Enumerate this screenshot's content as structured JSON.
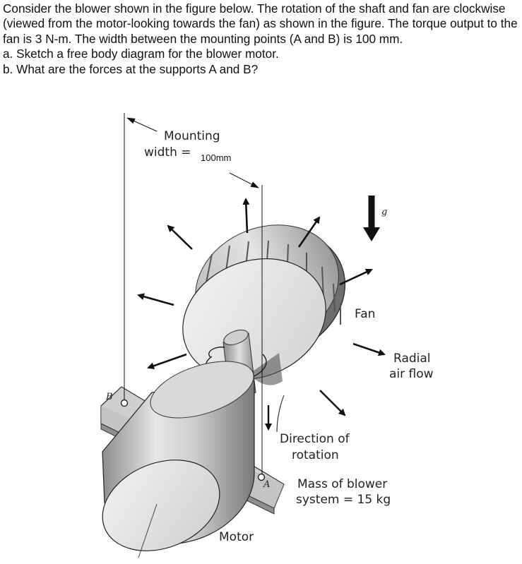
{
  "problem": {
    "statement": "Consider the blower shown in the figure below. The rotation of the shaft and fan are clockwise (viewed from the motor-looking towards the fan) as shown in the figure. The torque output to the fan is 3 N-m. The width between the mounting points (A and B) is 100 mm.",
    "part_a": "a. Sketch a free body diagram for the blower motor.",
    "part_b": "b. What are the forces at the supports A and B?"
  },
  "figure": {
    "mounting_label_1": "Mounting",
    "mounting_label_2": "width =",
    "mounting_value": "100mm",
    "gravity_label": "g",
    "fan_label": "Fan",
    "radial_label_1": "Radial",
    "radial_label_2": "air flow",
    "rotation_label_1": "Direction of",
    "rotation_label_2": "rotation",
    "mass_label_1": "Mass of blower",
    "mass_label_2": "system = 15 kg",
    "motor_label": "Motor",
    "support_a": "A",
    "support_b": "B"
  }
}
